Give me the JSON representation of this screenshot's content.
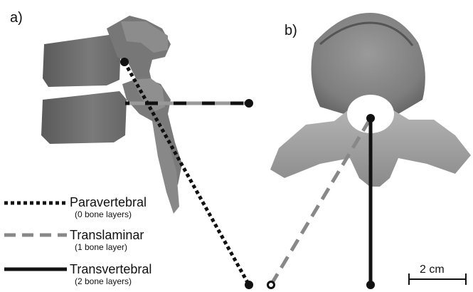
{
  "panels": {
    "a": "a)",
    "b": "b)"
  },
  "legend": [
    {
      "name": "Paravertebral",
      "sub": "(0 bone layers)",
      "style": "dotted",
      "color": "#111111"
    },
    {
      "name": "Translaminar",
      "sub": "(1 bone layer)",
      "style": "dashed",
      "color": "#888888"
    },
    {
      "name": "Transvertebral",
      "sub": "(2 bone layers)",
      "style": "solid",
      "color": "#111111"
    }
  ],
  "scale_bar": {
    "label": "2 cm"
  }
}
